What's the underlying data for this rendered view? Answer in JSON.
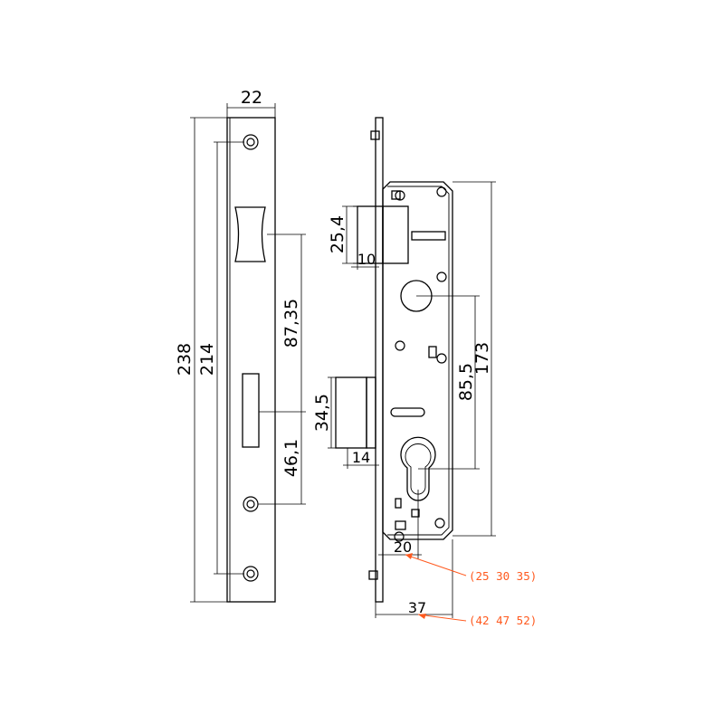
{
  "front_plate": {
    "dim_width": "22",
    "dim_total_height": "238",
    "dim_screw_spacing": "214",
    "dim_latch_to_bolt": "87,35",
    "dim_bolt_to_screw": "46,1"
  },
  "side_view": {
    "dim_latch_height": "25,4",
    "dim_latch_throw": "10",
    "dim_bolt_height": "34,5",
    "dim_bolt_throw": "14",
    "dim_handle_to_cylinder": "85,5",
    "dim_case_height": "173",
    "dim_backset": "20",
    "dim_depth": "37",
    "backset_options": "(25 30 35)",
    "depth_options": "(42 47 52)"
  },
  "colors": {
    "line": "#000000",
    "annotation": "#ff5a1f",
    "background": "#ffffff"
  }
}
